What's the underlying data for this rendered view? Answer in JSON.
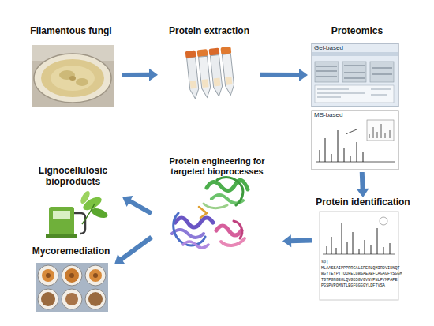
{
  "diagram": {
    "nodes": [
      {
        "text": [
          "Filamentous fungi"
        ]
      },
      {
        "text": [
          "Protein extraction"
        ]
      },
      {
        "text": [
          "Proteomics"
        ]
      },
      {
        "text": [
          "Gel-based"
        ],
        "in": 2
      },
      {
        "text": [
          "MS-based"
        ],
        "in": 2
      },
      {
        "text": [
          "Protein identification"
        ]
      },
      {
        "text": [
          "Protein engineering for targeted bioprocesses"
        ]
      },
      {
        "text": [
          "Lignocellulosic bioproducts"
        ]
      },
      {
        "text": [
          "Mycoremediation"
        ]
      }
    ],
    "edges": [
      {
        "from": 0,
        "to": 1,
        "arrow": "to"
      },
      {
        "from": 1,
        "to": 2,
        "arrow": "to"
      },
      {
        "from": 2,
        "to": 5,
        "arrow": "to"
      },
      {
        "from": 5,
        "to": 6,
        "arrow": "to"
      },
      {
        "from": 6,
        "to": 7,
        "arrow": "to"
      },
      {
        "from": 6,
        "to": 8,
        "arrow": "to"
      }
    ],
    "labels": [
      "sp|",
      "MLAASSAIPPPPRGALSPERLQMIRDVIDNQT",
      "WGYTEYPTTQQFELGWSAEAEFLAGAGFVSGGM",
      "TGTPGNGEGLQVGDSGVGVNYPNLPYMPAPE",
      "PGSPVPQMNTLEGFGGGGYLDFTVSA"
    ]
  }
}
